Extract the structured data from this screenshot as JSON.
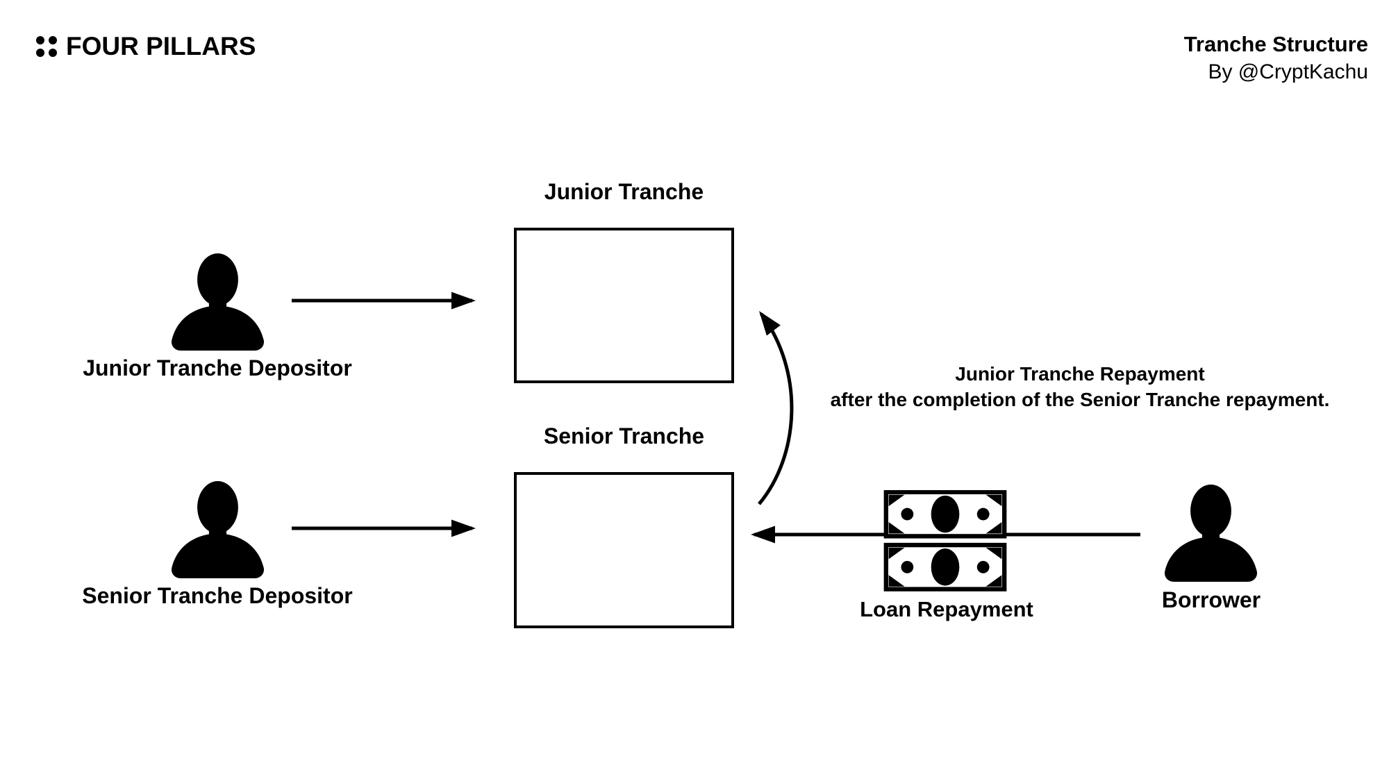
{
  "header": {
    "brand": "FOUR PILLARS",
    "title": "Tranche Structure",
    "byline": "By @CryptKachu"
  },
  "diagram": {
    "junior_tranche_label": "Junior Tranche",
    "senior_tranche_label": "Senior Tranche",
    "junior_depositor_label": "Junior Tranche Depositor",
    "senior_depositor_label": "Senior Tranche Depositor",
    "borrower_label": "Borrower",
    "loan_repayment_label": "Loan Repayment",
    "note_line1": "Junior Tranche Repayment",
    "note_line2": "after the completion of the Senior Tranche repayment.",
    "colors": {
      "ink": "#000000",
      "background": "#ffffff"
    }
  }
}
